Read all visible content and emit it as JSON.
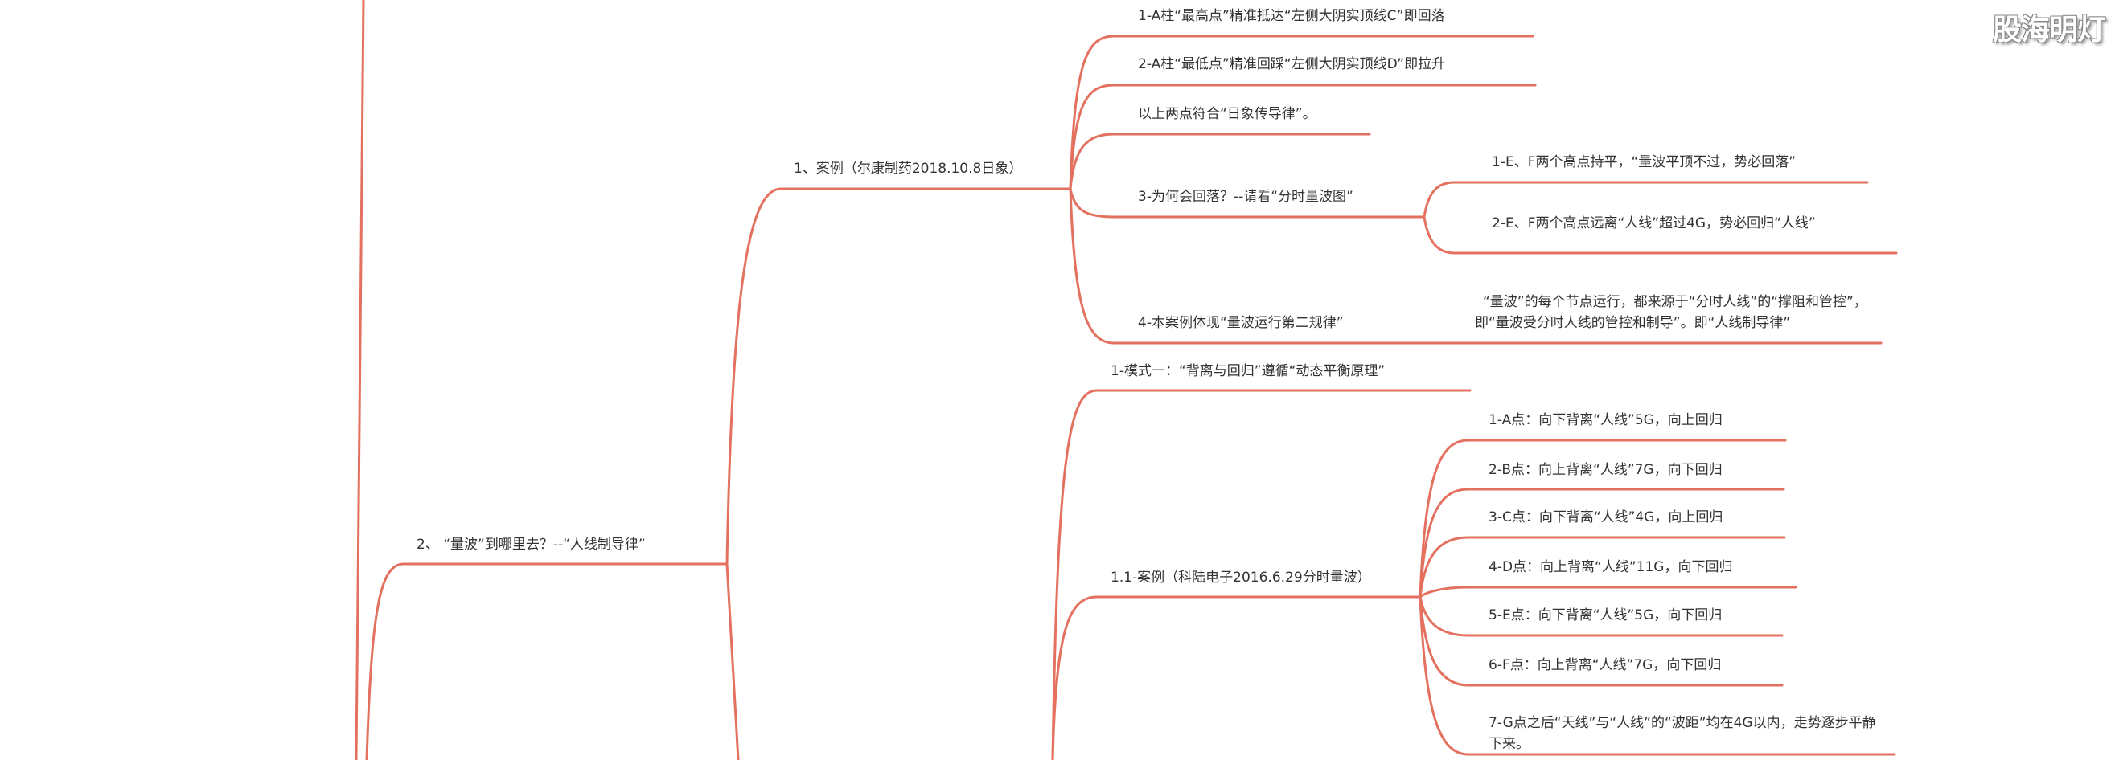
{
  "watermark": "股海明灯",
  "colors": {
    "link": "#E4715F",
    "text": "#333333"
  },
  "nodes": {
    "n2": "2、 “量波”到哪里去？--“人线制导律”",
    "n1": "1、案例（尔康制药2018.10.8日象）",
    "a1": "1-A柱“最高点”精准抵达“左侧大阴实顶线C”即回落",
    "a2": "2-A柱“最低点”精准回踩“左侧大阴实顶线D”即拉升",
    "a3": "以上两点符合“日象传导律”。",
    "a4": "3-为何会回落？--请看“分时量波图”",
    "a4c1": "1-E、F两个高点持平，“量波平顶不过，势必回落”",
    "a4c2": "2-E、F两个高点远离“人线”超过4G，势必回归“人线”",
    "a5": "4-本案例体现“量波运行第二规律”",
    "a5c": "“量波”的每个节点运行，都来源于“分时人线”的“撑阻和管控”，即“量波受分时人线的管控和制导”。即“人线制导律”",
    "b1": "1-模式一：“背离与回归”遵循“动态平衡原理”",
    "b2": "1.1-案例（科陆电子2016.6.29分时量波）",
    "b2c": [
      "1-A点：向下背离“人线”5G，向上回归",
      "2-B点：向上背离“人线”7G，向下回归",
      "3-C点：向下背离“人线”4G，向上回归",
      "4-D点：向上背离“人线”11G，向下回归",
      "5-E点：向下背离“人线”5G，向下回归",
      "6-F点：向上背离“人线”7G，向下回归",
      "7-G点之后“天线”与“人线”的“波距”均在4G以内，走势逐步平静下来。"
    ]
  }
}
